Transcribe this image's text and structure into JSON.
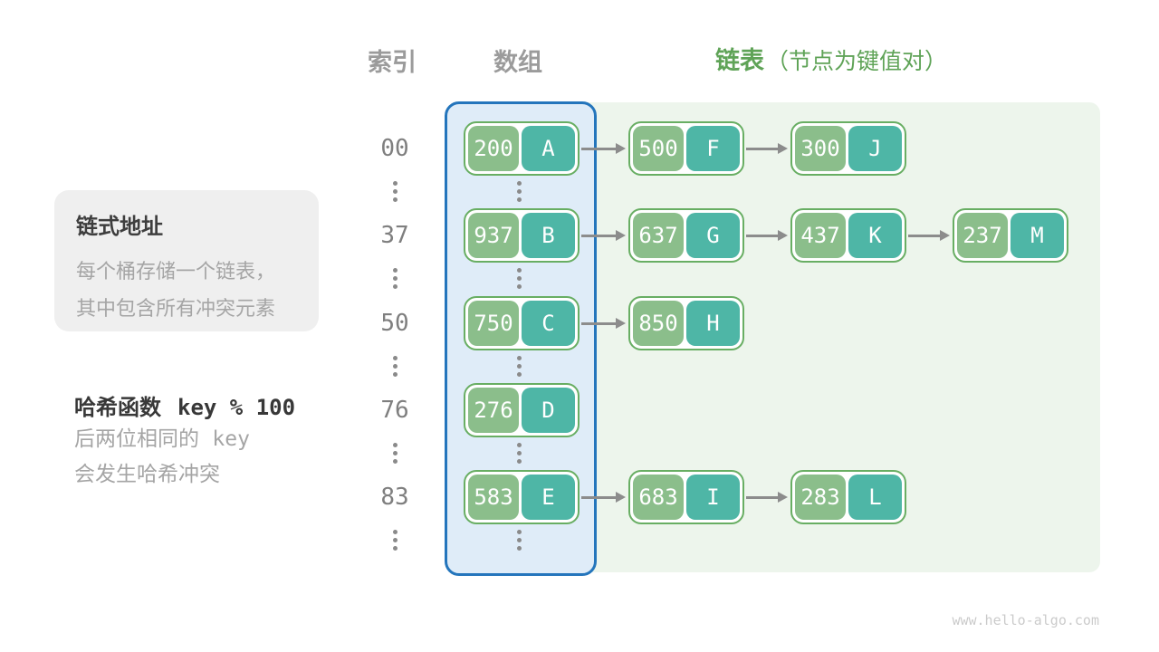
{
  "header": {
    "index_label": "索引",
    "array_label": "数组",
    "list_label": "链表",
    "list_sublabel": "（节点为键值对）"
  },
  "notes": {
    "chaining": {
      "title": "链式地址",
      "lines": [
        "每个桶存储一个链表，",
        "其中包含所有冲突元素"
      ]
    },
    "hash": {
      "title_text": "哈希函数",
      "title_formula": "key % 100",
      "line1_text": "后两位相同的",
      "line1_mono": "key",
      "line2": "会发生哈希冲突"
    }
  },
  "rows": [
    {
      "index": "00",
      "nodes": [
        {
          "key": "200",
          "value": "A"
        },
        {
          "key": "500",
          "value": "F"
        },
        {
          "key": "300",
          "value": "J"
        }
      ]
    },
    {
      "index": "37",
      "nodes": [
        {
          "key": "937",
          "value": "B"
        },
        {
          "key": "637",
          "value": "G"
        },
        {
          "key": "437",
          "value": "K"
        },
        {
          "key": "237",
          "value": "M"
        }
      ]
    },
    {
      "index": "50",
      "nodes": [
        {
          "key": "750",
          "value": "C"
        },
        {
          "key": "850",
          "value": "H"
        }
      ]
    },
    {
      "index": "76",
      "nodes": [
        {
          "key": "276",
          "value": "D"
        }
      ]
    },
    {
      "index": "83",
      "nodes": [
        {
          "key": "583",
          "value": "E"
        },
        {
          "key": "683",
          "value": "I"
        },
        {
          "key": "283",
          "value": "L"
        }
      ]
    }
  ],
  "watermark": "www.hello-algo.com",
  "colors": {
    "key_pill": "#8bbe8b",
    "value_pill": "#4eb6a6",
    "node_border": "#68ae63",
    "array_fill": "#dfecf8",
    "array_border": "#2475bc",
    "list_fill": "#edf5ec",
    "header_green": "#5fa357",
    "header_gray": "#9b9b9b",
    "arrow_gray": "#8c8c8c"
  }
}
